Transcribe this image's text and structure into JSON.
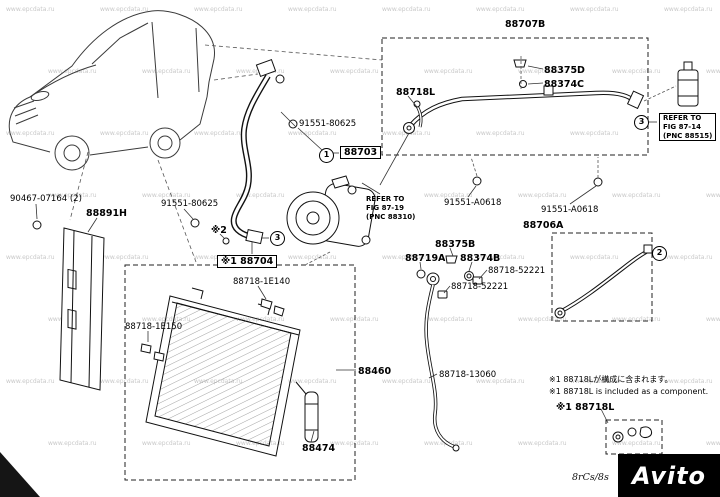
{
  "watermark": {
    "text": "www.epcdata.ru"
  },
  "footer": {
    "diagram_code": "8rCs/8s",
    "logo_text": "Avito"
  },
  "callouts": [
    "1",
    "3",
    "3",
    "2"
  ],
  "labels": [
    "88707B",
    "88375D",
    "88374C",
    "88718L",
    "REFER TO\nFIG 87-14\n(PNC 88515)",
    "91551-80625",
    "88703",
    "90467-07164 (2)",
    "88891H",
    "91551-80625",
    "※2",
    "※1 88704",
    "REFER TO\nFIG 87-19\n(PNC 88310)",
    "91551-A0618",
    "91551-A0618",
    "88706A",
    "88375B",
    "88719A",
    "88374B",
    "88718-52221",
    "88718-52221",
    "88718-1E140",
    "88718-1E150",
    "88460",
    "88718-13060",
    "88474",
    "※1 88718L"
  ],
  "notes": [
    "※1 88718Lが構成に含まれます。",
    "※1 88718L is included as a component."
  ]
}
